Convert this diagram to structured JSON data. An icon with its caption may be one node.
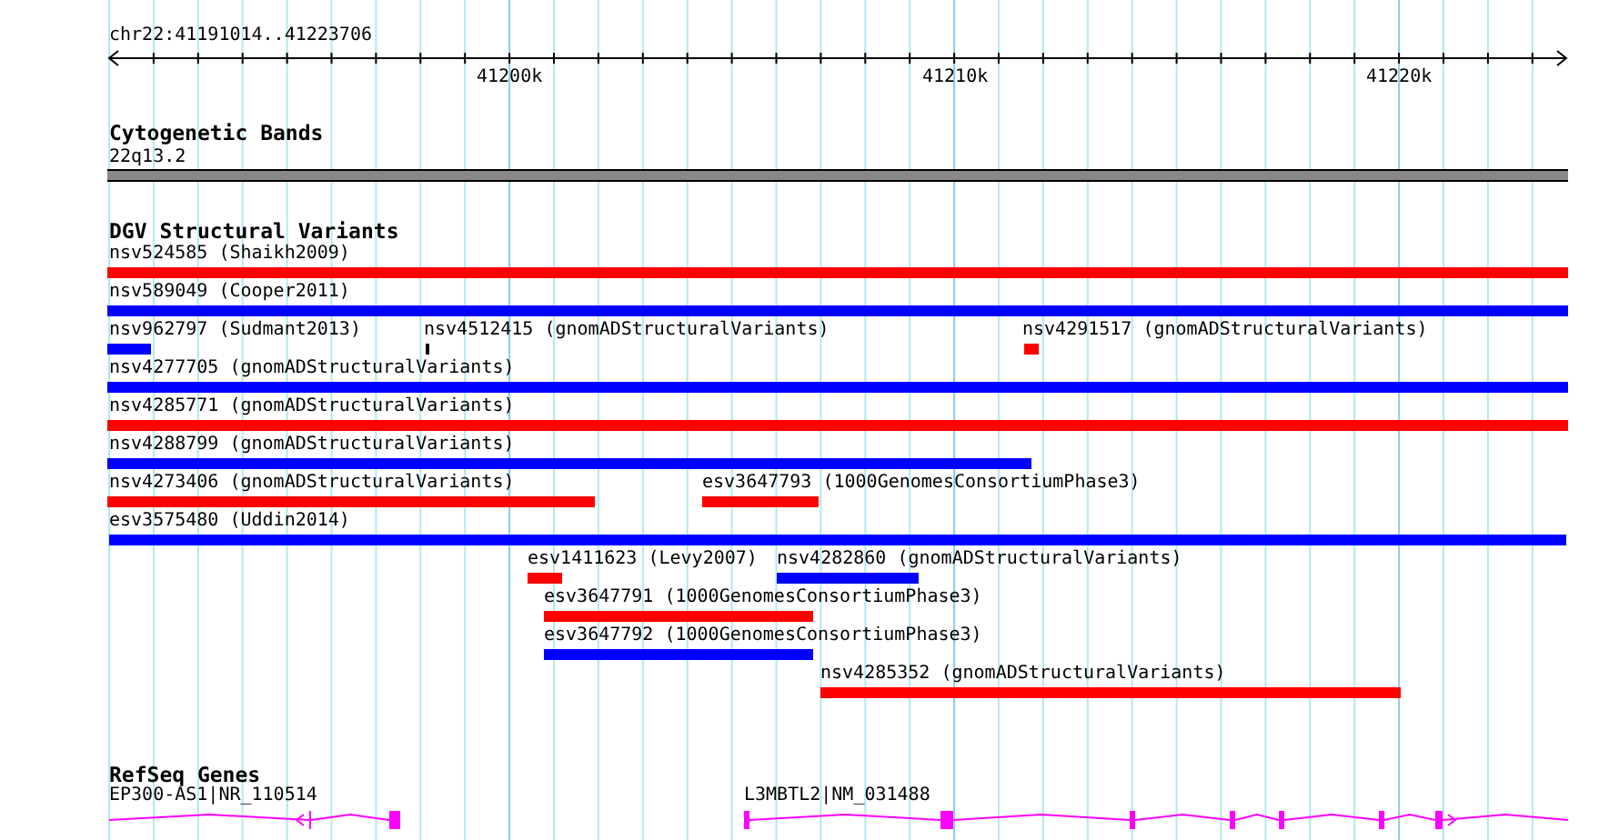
{
  "diagram": {
    "nodes": [
      {
        "text": [
          "22q13.2"
        ]
      },
      {
        "text": [
          "nsv524585 (Shaikh2009)"
        ]
      },
      {
        "text": [
          "nsv589049 (Cooper2011)"
        ]
      },
      {
        "text": [
          "nsv962797 (Sudmant2013)"
        ]
      },
      {
        "text": [
          "nsv4512415 (gnomADStructuralVariants)"
        ]
      },
      {
        "text": [
          "nsv4291517 (gnomADStructuralVariants)"
        ]
      },
      {
        "text": [
          "nsv4277705 (gnomADStructuralVariants)"
        ]
      },
      {
        "text": [
          "nsv4285771 (gnomADStructuralVariants)"
        ]
      },
      {
        "text": [
          "nsv4288799 (gnomADStructuralVariants)"
        ]
      },
      {
        "text": [
          "nsv4273406 (gnomADStructuralVariants)"
        ]
      },
      {
        "text": [
          "esv3647793 (1000GenomesConsortiumPhase3)"
        ]
      },
      {
        "text": [
          "esv3575480 (Uddin2014)"
        ]
      },
      {
        "text": [
          "esv1411623 (Levy2007)"
        ]
      },
      {
        "text": [
          "nsv4282860 (gnomADStructuralVariants)"
        ]
      },
      {
        "text": [
          "esv3647791 (1000GenomesConsortiumPhase3)"
        ]
      },
      {
        "text": [
          "esv3647792 (1000GenomesConsortiumPhase3)"
        ]
      },
      {
        "text": [
          "nsv4285352 (gnomADStructuralVariants)"
        ]
      },
      {
        "text": [
          "EP300-AS1|NR_110514"
        ]
      },
      {
        "text": [
          "L3MBTL2|NM_031488"
        ]
      }
    ],
    "labels": [
      "chr22:41191014..41223706",
      "41200k",
      "41210k",
      "41220k",
      "Cytogenetic Bands",
      "DGV Structural Variants",
      "RefSeq Genes"
    ]
  }
}
